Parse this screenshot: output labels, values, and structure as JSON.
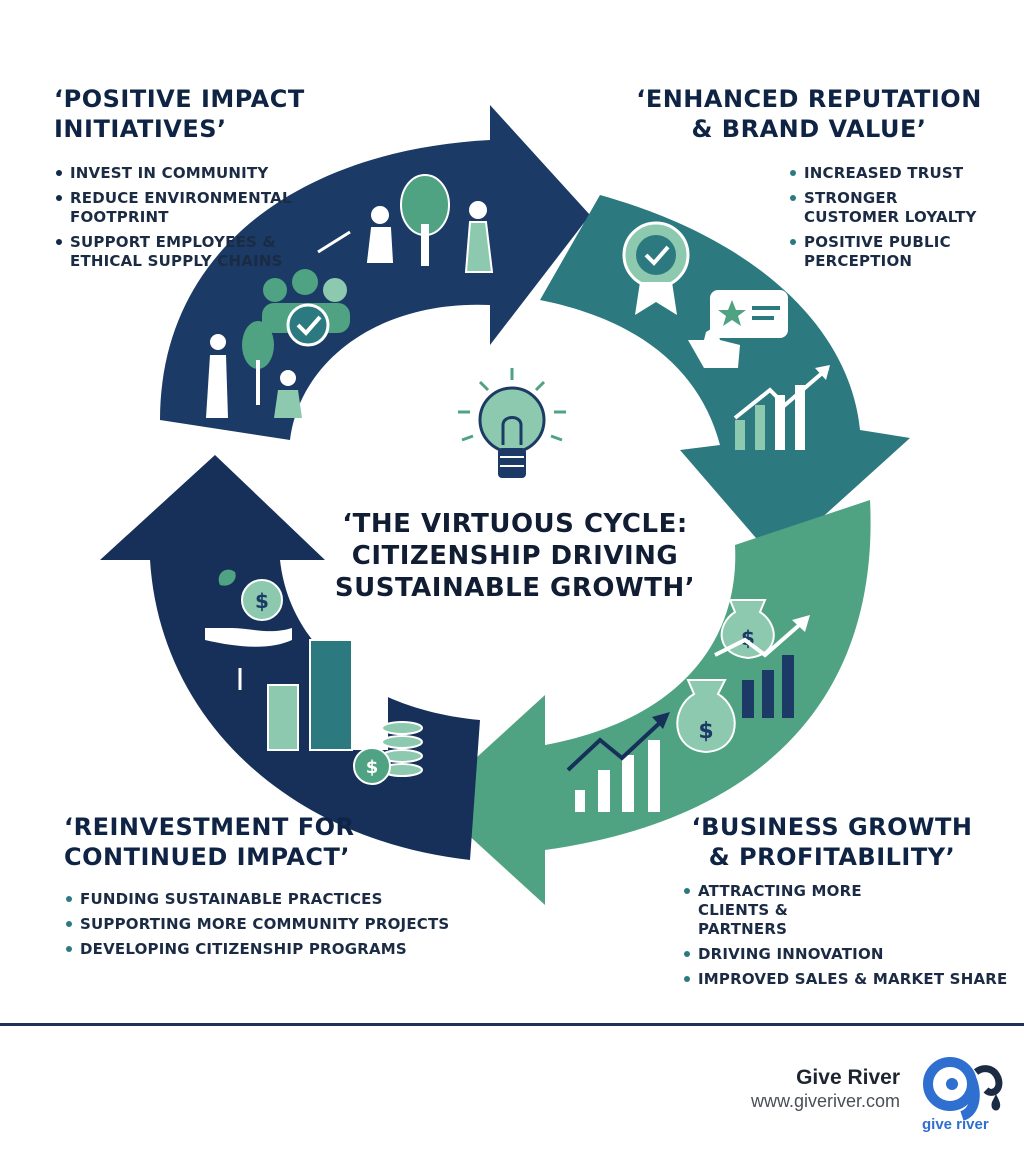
{
  "colors": {
    "navy": "#1b3a66",
    "dark_navy": "#17305a",
    "teal": "#2c7a80",
    "green": "#4fa383",
    "icon_light": "#8cc9ae",
    "bullet_dark": "#12294a",
    "bullet_teal": "#2c7a80",
    "footer_blue": "#2f6fd0"
  },
  "center": {
    "title": "‘THE VIRTUOUS CYCLE: CITIZENSHIP DRIVING SUSTAINABLE GROWTH’",
    "icon": "lightbulb-icon"
  },
  "sections": {
    "positive_impact": {
      "title": "‘POSITIVE IMPACT INITIATIVES’",
      "items": [
        "INVEST IN COMMUNITY",
        "REDUCE ENVIRONMENTAL FOOTPRINT",
        "SUPPORT EMPLOYEES & ETHICAL SUPPLY CHAINS"
      ],
      "icons": [
        "tree-planting-icon",
        "community-group-icon",
        "gardener-icon"
      ]
    },
    "reputation": {
      "title": "‘ENHANCED REPUTATION & BRAND VALUE’",
      "items": [
        "INCREASED TRUST",
        "STRONGER CUSTOMER LOYALTY",
        "POSITIVE PUBLIC PERCEPTION"
      ],
      "icons": [
        "award-badge-icon",
        "thumbs-up-review-icon",
        "rising-chart-icon"
      ]
    },
    "growth": {
      "title": "‘BUSINESS GROWTH & PROFITABILITY’",
      "items": [
        "ATTRACTING MORE CLIENTS & PARTNERS",
        "DRIVING INNOVATION",
        "IMPROVED SALES & MARKET SHARE"
      ],
      "icons": [
        "money-bag-icon",
        "growth-chart-icon"
      ]
    },
    "reinvestment": {
      "title": "‘REINVESTMENT FOR CONTINUED IMPACT’",
      "items": [
        "FUNDING SUSTAINABLE PRACTICES",
        "SUPPORTING MORE COMMUNITY PROJECTS",
        "DEVELOPING CITIZENSHIP PROGRAMS"
      ],
      "icons": [
        "hand-with-coin-icon",
        "city-buildings-icon",
        "coin-stack-icon"
      ]
    }
  },
  "footer": {
    "brand_name": "Give River",
    "url": "www.giveriver.com",
    "logo_text": "give river",
    "logo_icon": "give-river-logo-icon"
  }
}
